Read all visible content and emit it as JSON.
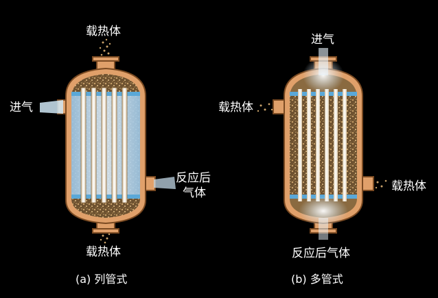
{
  "figure_a": {
    "top_label": "载热体",
    "inlet_label": "进气",
    "outlet_label_line1": "反应后",
    "outlet_label_line2": "气体",
    "bottom_label": "载热体",
    "caption": "(a)  列管式"
  },
  "figure_b": {
    "top_label": "进气",
    "left_label": "载热体",
    "right_label": "载热体",
    "bottom_label": "反应后气体",
    "caption": "(b)  多管式"
  },
  "colors": {
    "shell": "#e0a06a",
    "shell_outline": "#7a4a22",
    "catalyst": "#8a6a40",
    "tube_sheet": "#5aa8d8",
    "gas": "#cfe6f5"
  }
}
